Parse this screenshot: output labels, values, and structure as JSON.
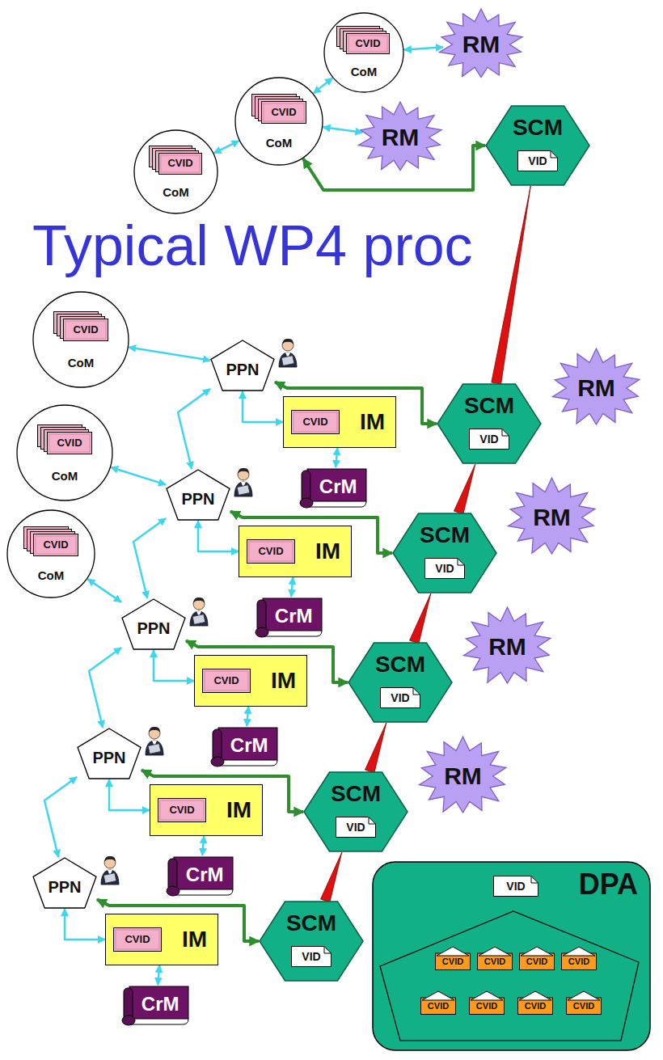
{
  "diagram": {
    "title": "Typical WP4 proc",
    "nodes": [
      {
        "text": [
          "CoM"
        ]
      },
      {
        "text": [
          "CVID"
        ],
        "in": 0
      },
      {
        "text": [
          "RM"
        ]
      },
      {
        "text": [
          "CoM"
        ]
      },
      {
        "text": [
          "CVID"
        ],
        "in": 3
      },
      {
        "text": [
          "RM"
        ]
      },
      {
        "text": [
          "SCM"
        ]
      },
      {
        "text": [
          "VID"
        ],
        "in": 6
      },
      {
        "text": [
          "CoM"
        ]
      },
      {
        "text": [
          "CVID"
        ],
        "in": 8
      },
      {
        "text": [
          "CoM"
        ]
      },
      {
        "text": [
          "CVID"
        ],
        "in": 10
      },
      {
        "text": [
          "PPN"
        ]
      },
      {
        "text": [
          "IM"
        ]
      },
      {
        "text": [
          "CVID"
        ],
        "in": 13
      },
      {
        "text": [
          "SCM"
        ]
      },
      {
        "text": [
          "VID"
        ],
        "in": 15
      },
      {
        "text": [
          "RM"
        ]
      },
      {
        "text": [
          "CrM"
        ]
      },
      {
        "text": [
          "CoM"
        ]
      },
      {
        "text": [
          "CVID"
        ],
        "in": 19
      },
      {
        "text": [
          "PPN"
        ]
      },
      {
        "text": [
          "IM"
        ]
      },
      {
        "text": [
          "CVID"
        ],
        "in": 22
      },
      {
        "text": [
          "SCM"
        ]
      },
      {
        "text": [
          "VID"
        ],
        "in": 24
      },
      {
        "text": [
          "RM"
        ]
      },
      {
        "text": [
          "CrM"
        ]
      },
      {
        "text": [
          "CoM"
        ]
      },
      {
        "text": [
          "CVID"
        ],
        "in": 28
      },
      {
        "text": [
          "PPN"
        ]
      },
      {
        "text": [
          "IM"
        ]
      },
      {
        "text": [
          "CVID"
        ],
        "in": 31
      },
      {
        "text": [
          "SCM"
        ]
      },
      {
        "text": [
          "VID"
        ],
        "in": 33
      },
      {
        "text": [
          "RM"
        ]
      },
      {
        "text": [
          "CrM"
        ]
      },
      {
        "text": [
          "PPN"
        ]
      },
      {
        "text": [
          "IM"
        ]
      },
      {
        "text": [
          "CVID"
        ],
        "in": 38
      },
      {
        "text": [
          "SCM"
        ]
      },
      {
        "text": [
          "VID"
        ],
        "in": 40
      },
      {
        "text": [
          "RM"
        ]
      },
      {
        "text": [
          "CrM"
        ]
      },
      {
        "text": [
          "PPN"
        ]
      },
      {
        "text": [
          "IM"
        ]
      },
      {
        "text": [
          "CVID"
        ],
        "in": 45
      },
      {
        "text": [
          "SCM"
        ]
      },
      {
        "text": [
          "VID"
        ],
        "in": 47
      },
      {
        "text": [
          "CrM"
        ]
      },
      {
        "text": [
          "DPA"
        ]
      },
      {
        "text": [
          "VID"
        ],
        "in": 50
      },
      {
        "text": [
          "CVID"
        ],
        "in": 50
      },
      {
        "text": [
          "CVID"
        ],
        "in": 50
      },
      {
        "text": [
          "CVID"
        ],
        "in": 50
      },
      {
        "text": [
          "CVID"
        ],
        "in": 50
      },
      {
        "text": [
          "CVID"
        ],
        "in": 50
      },
      {
        "text": [
          "CVID"
        ],
        "in": 50
      },
      {
        "text": [
          "CVID"
        ],
        "in": 50
      },
      {
        "text": [
          "CVID"
        ],
        "in": 50
      }
    ],
    "edges": [
      {
        "from": 0,
        "to": 2,
        "arrow": "both"
      },
      {
        "from": 3,
        "to": 0,
        "arrow": "both"
      },
      {
        "from": 8,
        "to": 3,
        "arrow": "both"
      },
      {
        "from": 3,
        "to": 5,
        "arrow": "both"
      },
      {
        "from": 3,
        "to": 6,
        "arrow": "both"
      },
      {
        "from": 15,
        "to": 6,
        "arrow": "none"
      },
      {
        "from": 10,
        "to": 12,
        "arrow": "both"
      },
      {
        "from": 12,
        "to": 13,
        "arrow": "both"
      },
      {
        "from": 12,
        "to": 15,
        "arrow": "both"
      },
      {
        "from": 13,
        "to": 18,
        "arrow": "both"
      },
      {
        "from": 19,
        "to": 21,
        "arrow": "both"
      },
      {
        "from": 21,
        "to": 22,
        "arrow": "both"
      },
      {
        "from": 21,
        "to": 24,
        "arrow": "both"
      },
      {
        "from": 22,
        "to": 27,
        "arrow": "both"
      },
      {
        "from": 24,
        "to": 15,
        "arrow": "none"
      },
      {
        "from": 21,
        "to": 12,
        "arrow": "both"
      },
      {
        "from": 28,
        "to": 30,
        "arrow": "both"
      },
      {
        "from": 30,
        "to": 31,
        "arrow": "both"
      },
      {
        "from": 30,
        "to": 33,
        "arrow": "both"
      },
      {
        "from": 31,
        "to": 36,
        "arrow": "both"
      },
      {
        "from": 33,
        "to": 24,
        "arrow": "none"
      },
      {
        "from": 30,
        "to": 21,
        "arrow": "both"
      },
      {
        "from": 37,
        "to": 38,
        "arrow": "both"
      },
      {
        "from": 37,
        "to": 40,
        "arrow": "both"
      },
      {
        "from": 38,
        "to": 43,
        "arrow": "both"
      },
      {
        "from": 40,
        "to": 33,
        "arrow": "none"
      },
      {
        "from": 37,
        "to": 30,
        "arrow": "both"
      },
      {
        "from": 44,
        "to": 45,
        "arrow": "both"
      },
      {
        "from": 44,
        "to": 47,
        "arrow": "both"
      },
      {
        "from": 45,
        "to": 49,
        "arrow": "both"
      },
      {
        "from": 47,
        "to": 40,
        "arrow": "none"
      },
      {
        "from": 44,
        "to": 37,
        "arrow": "both"
      }
    ]
  }
}
